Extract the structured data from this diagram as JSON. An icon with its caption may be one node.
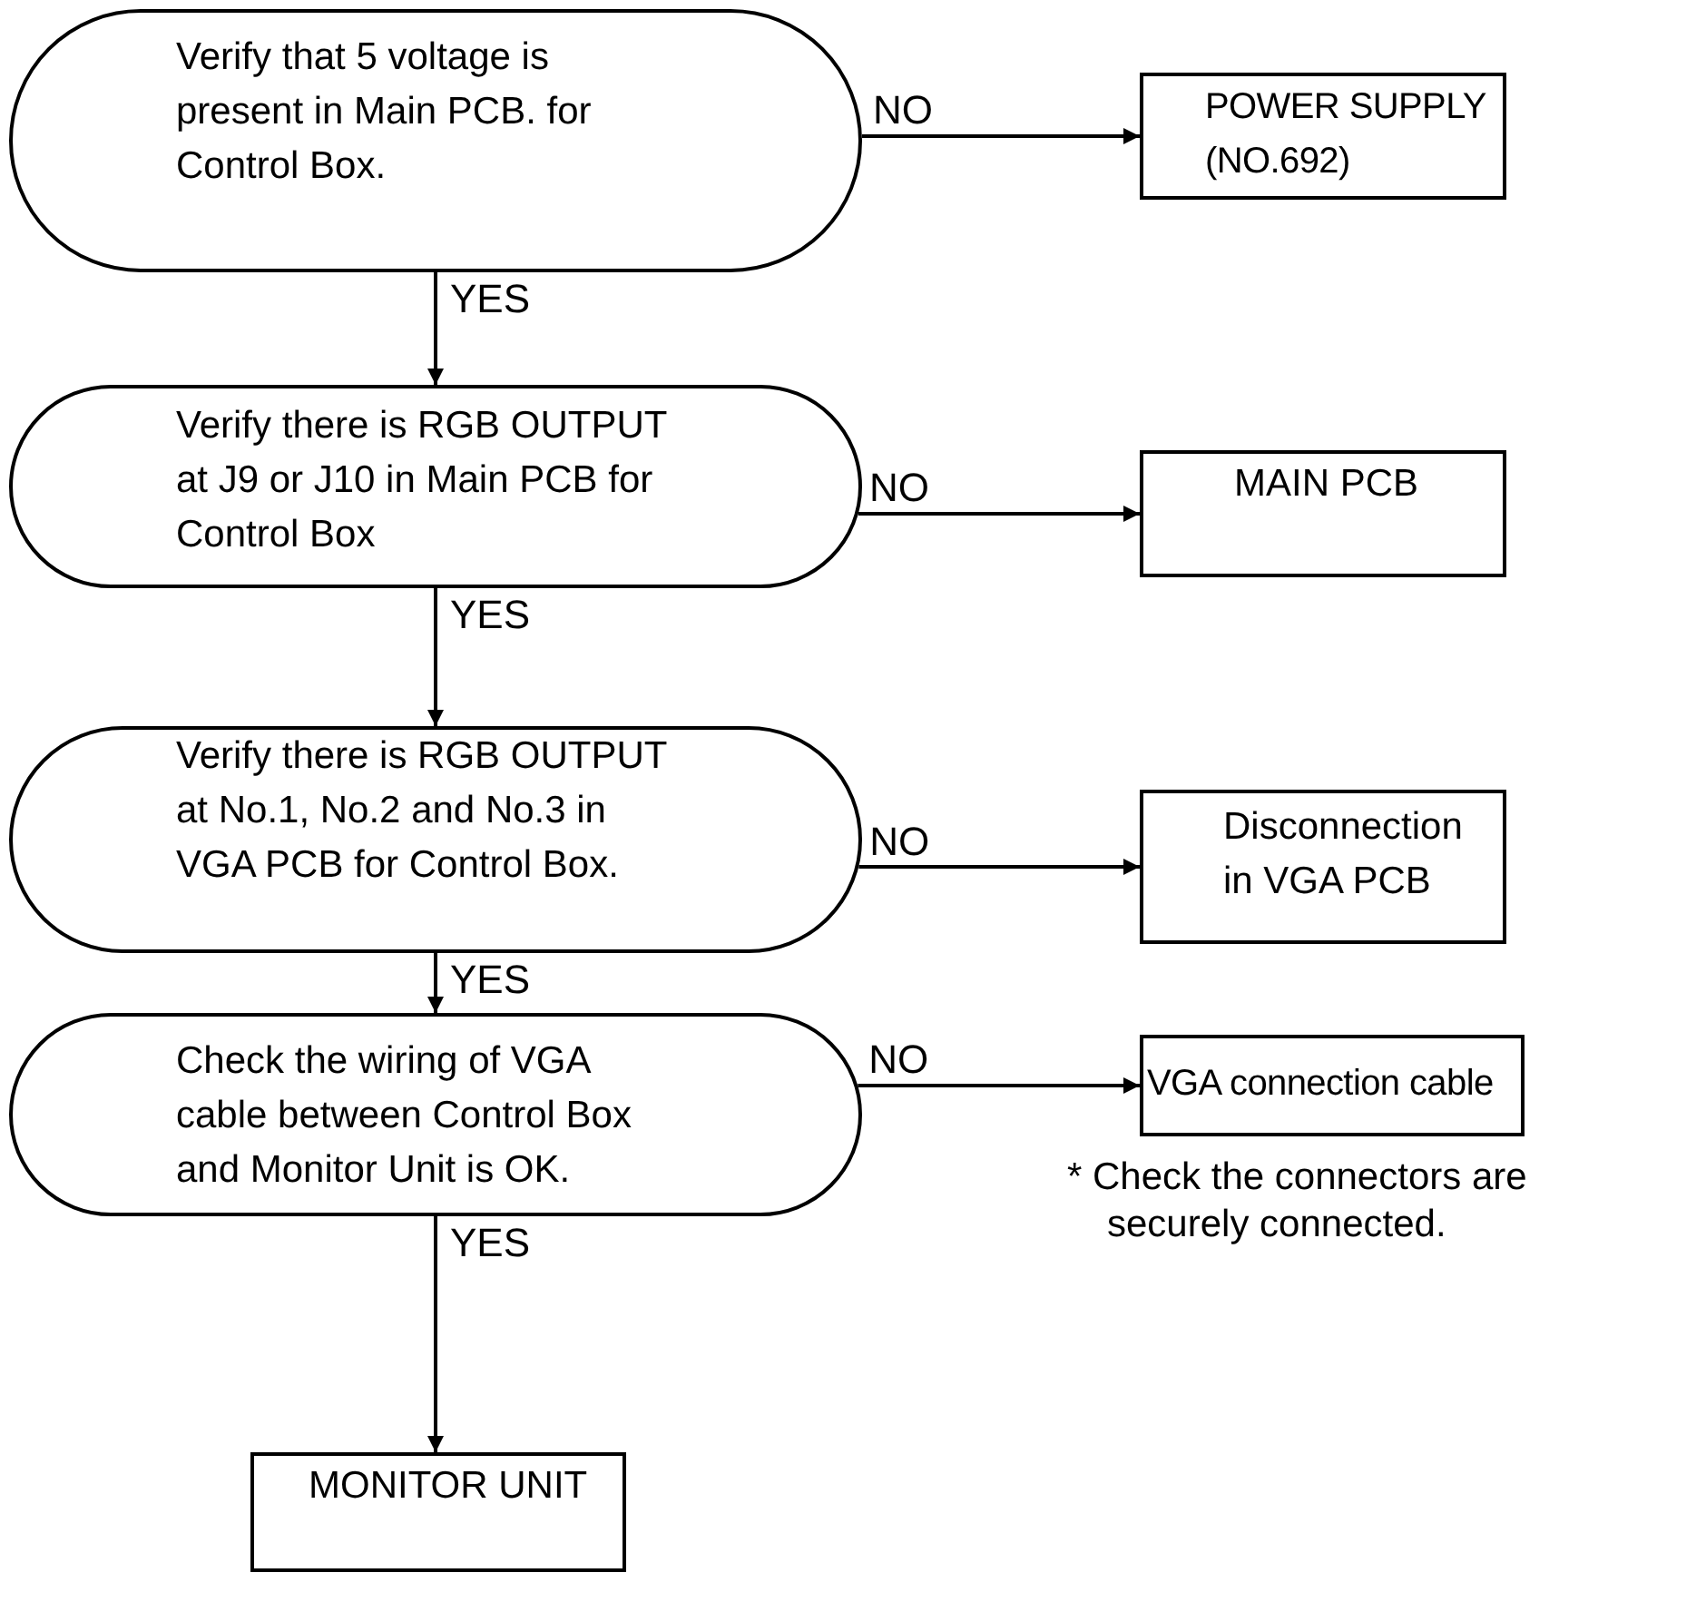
{
  "diagram": {
    "nodes": [
      {
        "text": [
          "Verify that 5 voltage is present in Main PCB. for Control Box."
        ]
      },
      {
        "text": [
          "POWER SUPPLY (NO.692)"
        ]
      },
      {
        "text": [
          "Verify there is RGB OUTPUT at J9 or J10 in Main PCB for Control Box"
        ]
      },
      {
        "text": [
          "MAIN PCB"
        ]
      },
      {
        "text": [
          "Verify there is RGB OUTPUT at No.1, No.2 and No.3 in VGA PCB for Control Box."
        ]
      },
      {
        "text": [
          "Disconnection in VGA PCB"
        ]
      },
      {
        "text": [
          "Check the wiring of VGA cable between Control Box and Monitor Unit is OK."
        ]
      },
      {
        "text": [
          "VGA connection cable"
        ],
        "beside": [
          "* Check the connectors are securely connected."
        ]
      },
      {
        "text": [
          "MONITOR UNIT"
        ]
      }
    ],
    "edges": [
      {
        "from": 0,
        "to": 1,
        "arrow": "to",
        "label": "NO"
      },
      {
        "from": 0,
        "to": 2,
        "arrow": "to",
        "label": "YES"
      },
      {
        "from": 2,
        "to": 3,
        "arrow": "to",
        "label": "NO"
      },
      {
        "from": 2,
        "to": 4,
        "arrow": "to",
        "label": "YES"
      },
      {
        "from": 4,
        "to": 5,
        "arrow": "to",
        "label": "NO"
      },
      {
        "from": 4,
        "to": 6,
        "arrow": "to",
        "label": "YES"
      },
      {
        "from": 6,
        "to": 7,
        "arrow": "to",
        "label": "NO"
      },
      {
        "from": 6,
        "to": 8,
        "arrow": "to",
        "label": "YES"
      }
    ]
  }
}
